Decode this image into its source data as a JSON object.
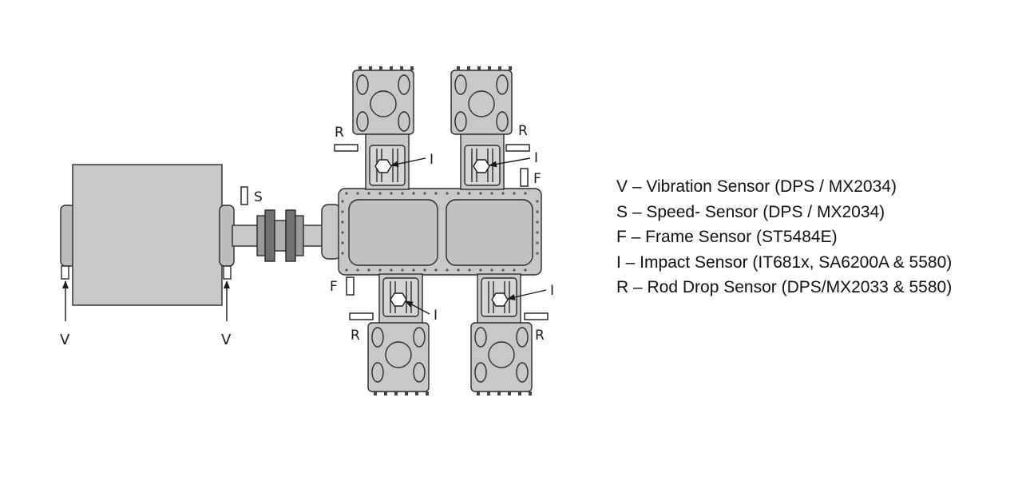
{
  "diagram": {
    "motor_labels": {
      "left": "V",
      "right": "V"
    },
    "speed_label": "S",
    "frame_labels": {
      "upper_right": "F",
      "lower_left": "F"
    },
    "impact_labels": {
      "upper_left": "I",
      "upper_right": "I",
      "lower_left": "I",
      "lower_right": "I"
    },
    "rod_drop_labels": {
      "upper_left": "R",
      "upper_right": "R",
      "lower_left": "R",
      "lower_right": "R"
    }
  },
  "legend": [
    "V – Vibration Sensor (DPS / MX2034)",
    "S – Speed- Sensor (DPS / MX2034)",
    "F – Frame Sensor (ST5484E)",
    "I – Impact Sensor (IT681x, SA6200A & 5580)",
    "R – Rod Drop Sensor (DPS/MX2033 & 5580)"
  ],
  "colors": {
    "machine_fill": "#c8c8c8",
    "outline": "#2a2a2a",
    "text": "#111111"
  }
}
